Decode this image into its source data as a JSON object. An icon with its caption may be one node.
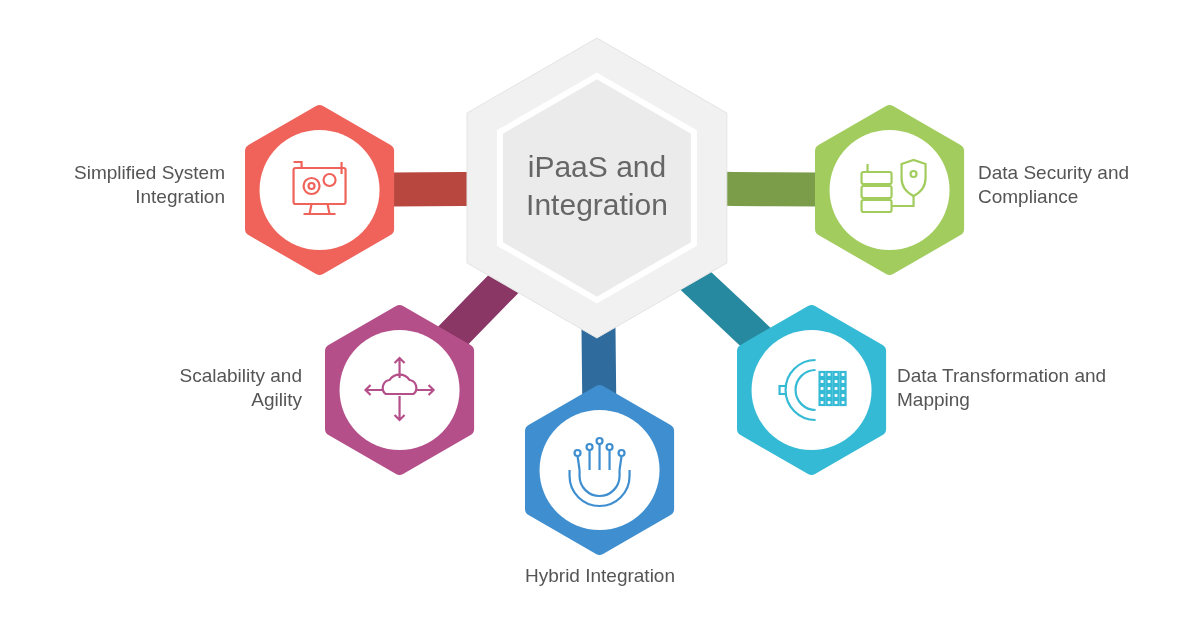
{
  "diagram": {
    "nodes": [
      {
        "text": [
          "iPaaS and Integration"
        ]
      },
      {
        "text": [
          "Simplified System Integration"
        ]
      },
      {
        "text": [
          "Data Security and Compliance"
        ]
      },
      {
        "text": [
          "Scalability and Agility"
        ]
      },
      {
        "text": [
          "Data Transformation and Mapping"
        ]
      },
      {
        "text": [
          "Hybrid Integration"
        ]
      }
    ],
    "edges": [
      {
        "from": 0,
        "to": 1,
        "arrow": "none",
        "color": "#b8483f"
      },
      {
        "from": 0,
        "to": 2,
        "arrow": "none",
        "color": "#7b9c49"
      },
      {
        "from": 0,
        "to": 3,
        "arrow": "none",
        "color": "#8a3766"
      },
      {
        "from": 0,
        "to": 4,
        "arrow": "none",
        "color": "#27899f"
      },
      {
        "from": 0,
        "to": 5,
        "arrow": "none",
        "color": "#2f6b9c"
      }
    ]
  }
}
